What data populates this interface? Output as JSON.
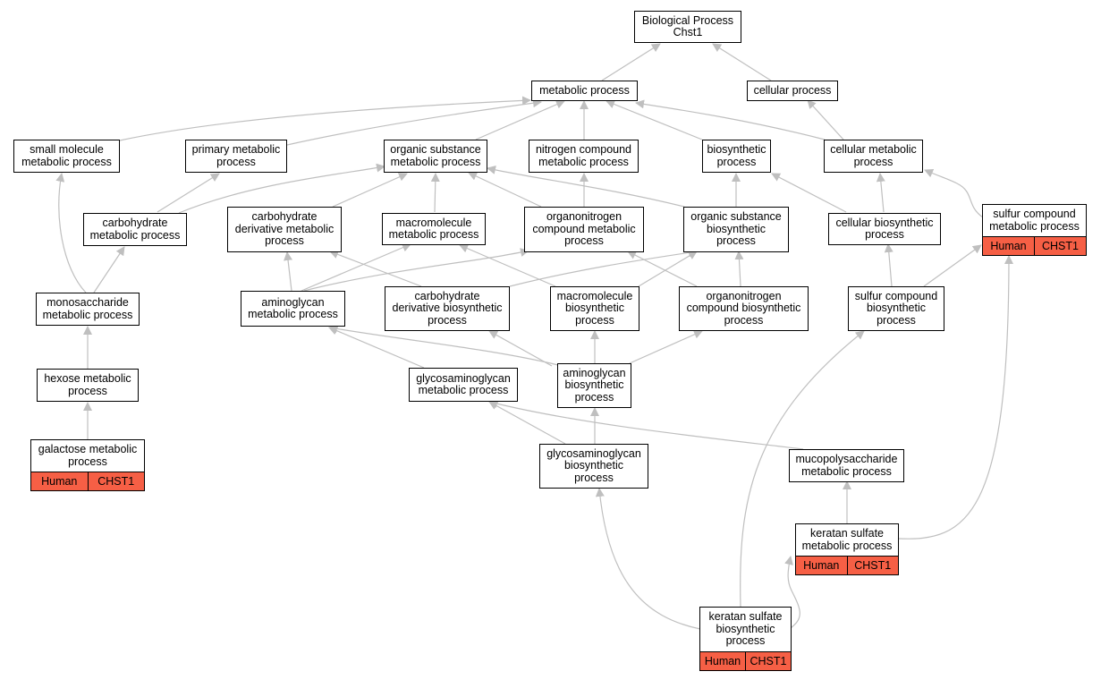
{
  "nodes": {
    "bp": "Biological Process\nChst1",
    "metabolic": "metabolic process",
    "cellular": "cellular process",
    "small_molecule": "small molecule\nmetabolic process",
    "primary": "primary metabolic\nprocess",
    "organic_substance": "organic substance\nmetabolic process",
    "nitrogen_compound": "nitrogen compound\nmetabolic process",
    "biosynthetic": "biosynthetic\nprocess",
    "cellular_metabolic": "cellular metabolic\nprocess",
    "carbohydrate": "carbohydrate\nmetabolic process",
    "carb_deriv_metabolic": "carbohydrate\nderivative metabolic\nprocess",
    "macromolecule_metabolic": "macromolecule\nmetabolic process",
    "organonitrogen_metabolic": "organonitrogen\ncompound metabolic\nprocess",
    "organic_substance_bio": "organic substance\nbiosynthetic\nprocess",
    "cellular_biosynthetic": "cellular biosynthetic\nprocess",
    "sulfur_metabolic": "sulfur compound\nmetabolic process",
    "monosaccharide": "monosaccharide\nmetabolic process",
    "aminoglycan_metabolic": "aminoglycan\nmetabolic process",
    "carb_deriv_bio": "carbohydrate\nderivative biosynthetic\nprocess",
    "macromolecule_bio": "macromolecule\nbiosynthetic\nprocess",
    "organonitrogen_bio": "organonitrogen\ncompound biosynthetic\nprocess",
    "sulfur_bio": "sulfur compound\nbiosynthetic\nprocess",
    "hexose": "hexose metabolic\nprocess",
    "gag_metabolic": "glycosaminoglycan\nmetabolic process",
    "aminoglycan_bio": "aminoglycan\nbiosynthetic\nprocess",
    "galactose": "galactose metabolic\nprocess",
    "gag_bio": "glycosaminoglycan\nbiosynthetic\nprocess",
    "mucopolysaccharide": "mucopolysaccharide\nmetabolic process",
    "keratan_metabolic": "keratan sulfate\nmetabolic process",
    "keratan_bio": "keratan sulfate\nbiosynthetic\nprocess"
  },
  "tags": {
    "species": "Human",
    "gene": "CHST1",
    "fill_color": "#f65f45"
  },
  "edge_color": "#bfbfbf"
}
